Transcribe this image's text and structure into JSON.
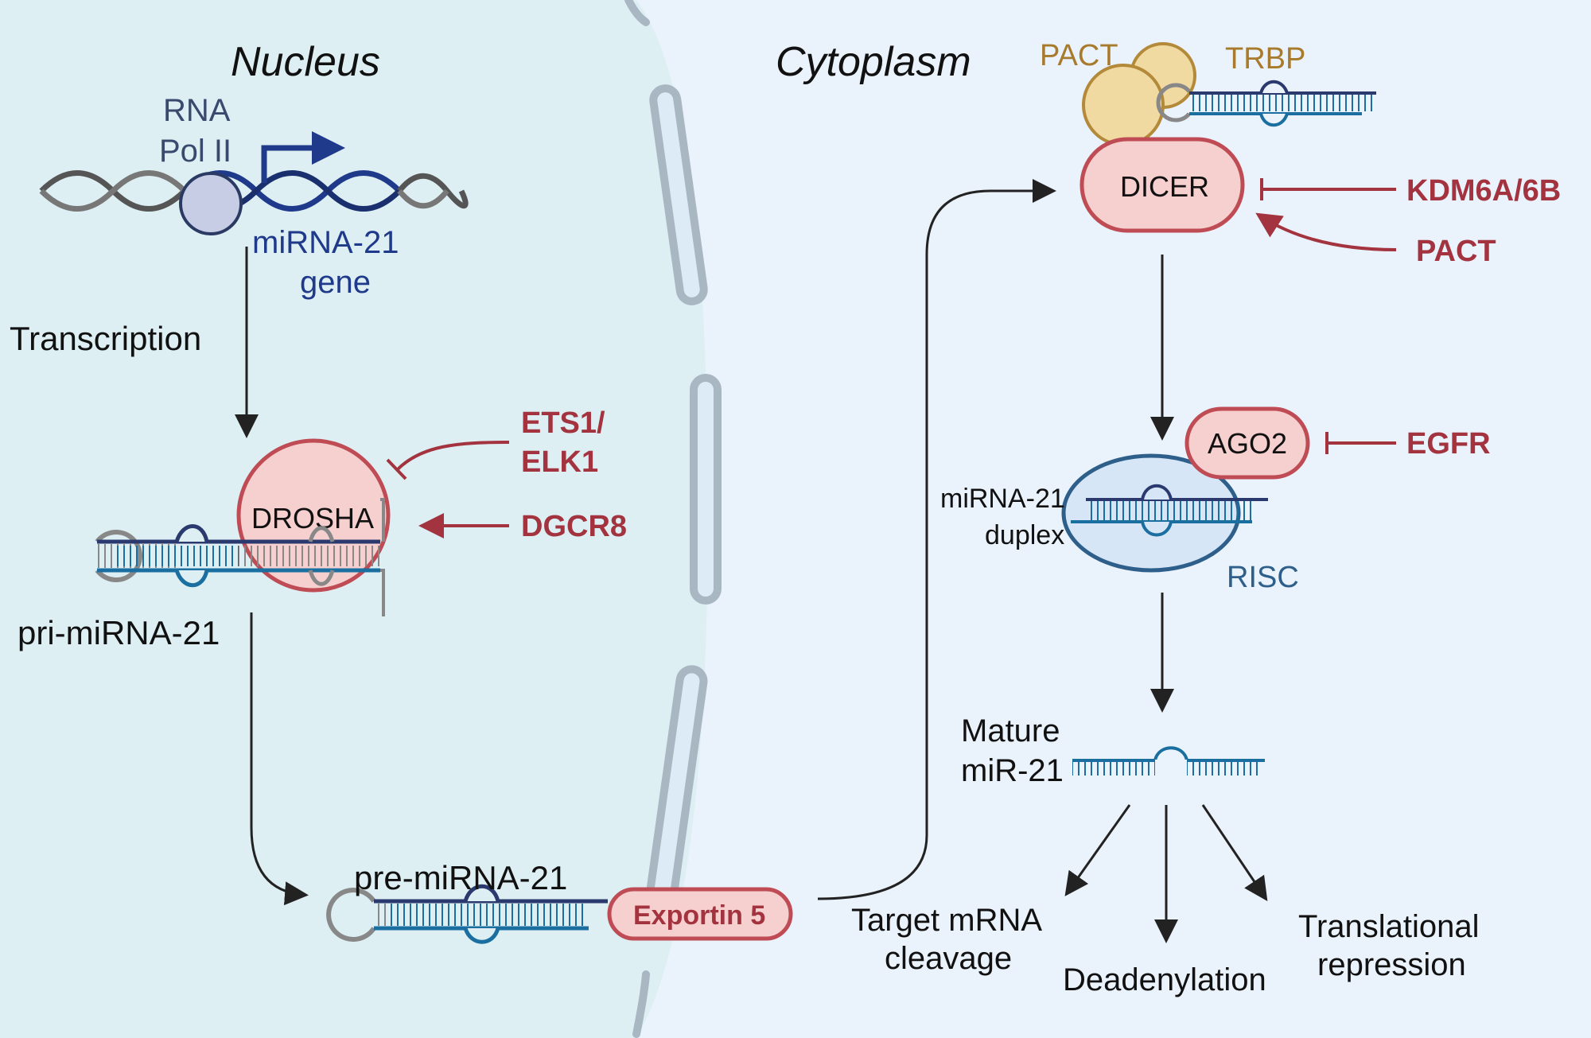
{
  "regions": {
    "nucleus": "Nucleus",
    "cytoplasm": "Cytoplasm"
  },
  "labels": {
    "rna_pol": [
      "RNA",
      "Pol II"
    ],
    "gene": [
      "miRNA-21",
      "gene"
    ],
    "transcription": "Transcription",
    "drosha": "DROSHA",
    "pri_mirna": "pri-miRNA-21",
    "pre_mirna": "pre-miRNA-21",
    "exportin": "Exportin 5",
    "dicer": "DICER",
    "pact_top": "PACT",
    "trbp": "TRBP",
    "ago2": "AGO2",
    "risc": "RISC",
    "duplex": [
      "miRNA-21",
      "duplex"
    ],
    "mature": [
      "Mature",
      "miR-21"
    ],
    "outcome_cleavage": [
      "Target mRNA",
      "cleavage"
    ],
    "outcome_deadenylation": "Deadenylation",
    "outcome_repression": [
      "Translational",
      "repression"
    ]
  },
  "regulators": {
    "ets1_elk1": [
      "ETS1/",
      "ELK1"
    ],
    "dgcr8": "DGCR8",
    "kdm6": "KDM6A/6B",
    "pact": "PACT",
    "egfr": "EGFR"
  },
  "colors": {
    "nucleus_bg": "#ddeff3",
    "cytoplasm_bg": "#eaf2fb",
    "regulator_red": "#a3343f",
    "enzyme_fill": "#f6cfcf",
    "enzyme_stroke": "#bf4c55",
    "gene_blue": "#1f3a8a",
    "risc_blue": "#2e5f8a",
    "pact_gold": "#a87a2b"
  }
}
